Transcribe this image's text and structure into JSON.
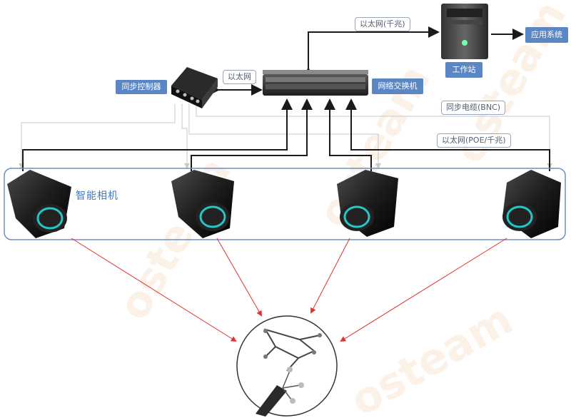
{
  "labels": {
    "sync_controller": "同步控制器",
    "ethernet_1": "以太网",
    "network_switch": "网络交换机",
    "ethernet_gigabit": "以太网(千兆)",
    "workstation": "工作站",
    "application_system": "应用系统",
    "sync_cable": "同步电缆(BNC)",
    "ethernet_poe": "以太网(POE/千兆)",
    "smart_camera": "智能相机"
  },
  "watermark": "osteam",
  "colors": {
    "box_fill": "#5a86c4",
    "cable_dark": "#1a1a1a",
    "cable_light": "#c8c8c8",
    "arrow_red": "#e03030",
    "camera_ring": "#23c7c7",
    "group_border": "#6b8fc0"
  }
}
